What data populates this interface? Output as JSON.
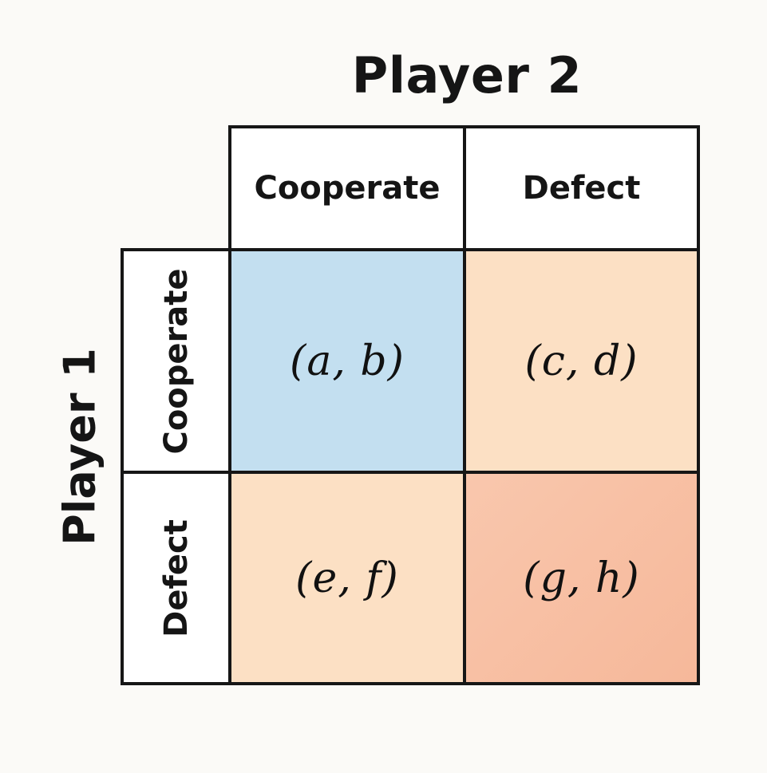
{
  "title_top": "Player 2",
  "title_left": "Player 1",
  "columns": [
    "Cooperate",
    "Defect"
  ],
  "rows": [
    "Cooperate",
    "Defect"
  ],
  "cells": {
    "cc": "(a, b)",
    "cd": "(c, d)",
    "dc": "(e, f)",
    "dd": "(g, h)"
  },
  "colors": {
    "cc": "#c3dff0",
    "cd": "#fce0c4",
    "dc": "#fce0c4",
    "dd": "#f8bea3",
    "border": "#161616",
    "background": "#fbfaf7"
  }
}
